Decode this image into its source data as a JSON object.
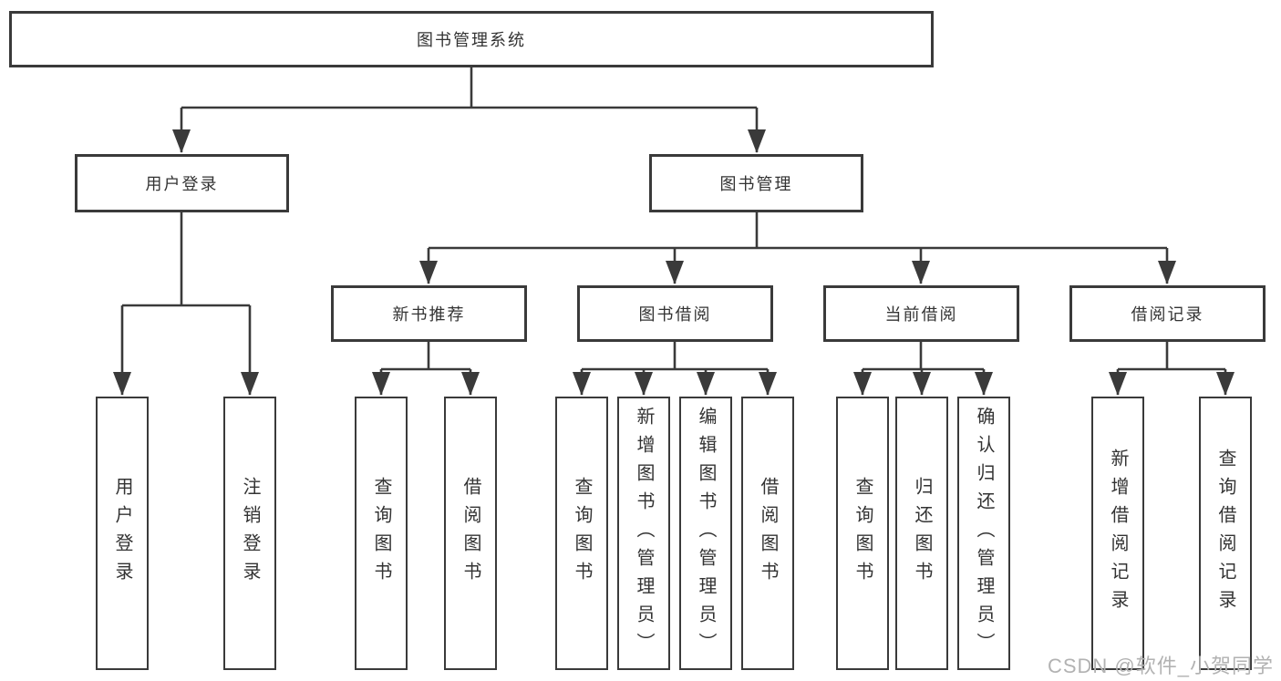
{
  "diagram_type": "hierarchy",
  "tree": {
    "root": {
      "label": "图书管理系统",
      "children": [
        {
          "label": "用户登录",
          "children": [
            {
              "label": "用户登录"
            },
            {
              "label": "注销登录"
            }
          ]
        },
        {
          "label": "图书管理",
          "children": [
            {
              "label": "新书推荐",
              "children": [
                {
                  "label": "查询图书"
                },
                {
                  "label": "借阅图书"
                }
              ]
            },
            {
              "label": "图书借阅",
              "children": [
                {
                  "label": "查询图书"
                },
                {
                  "label": "新增图书（管理员）"
                },
                {
                  "label": "编辑图书（管理员）"
                },
                {
                  "label": "借阅图书"
                }
              ]
            },
            {
              "label": "当前借阅",
              "children": [
                {
                  "label": "查询图书"
                },
                {
                  "label": "归还图书"
                },
                {
                  "label": "确认归还（管理员）"
                }
              ]
            },
            {
              "label": "借阅记录",
              "children": [
                {
                  "label": "新增借阅记录"
                },
                {
                  "label": "查询借阅记录"
                }
              ]
            }
          ]
        }
      ]
    }
  },
  "watermark": "CSDN @软件_小贺同学",
  "colors": {
    "line": "#3a3a3a",
    "text": "#333333",
    "background": "#ffffff",
    "watermark": "#b2b2b2"
  }
}
